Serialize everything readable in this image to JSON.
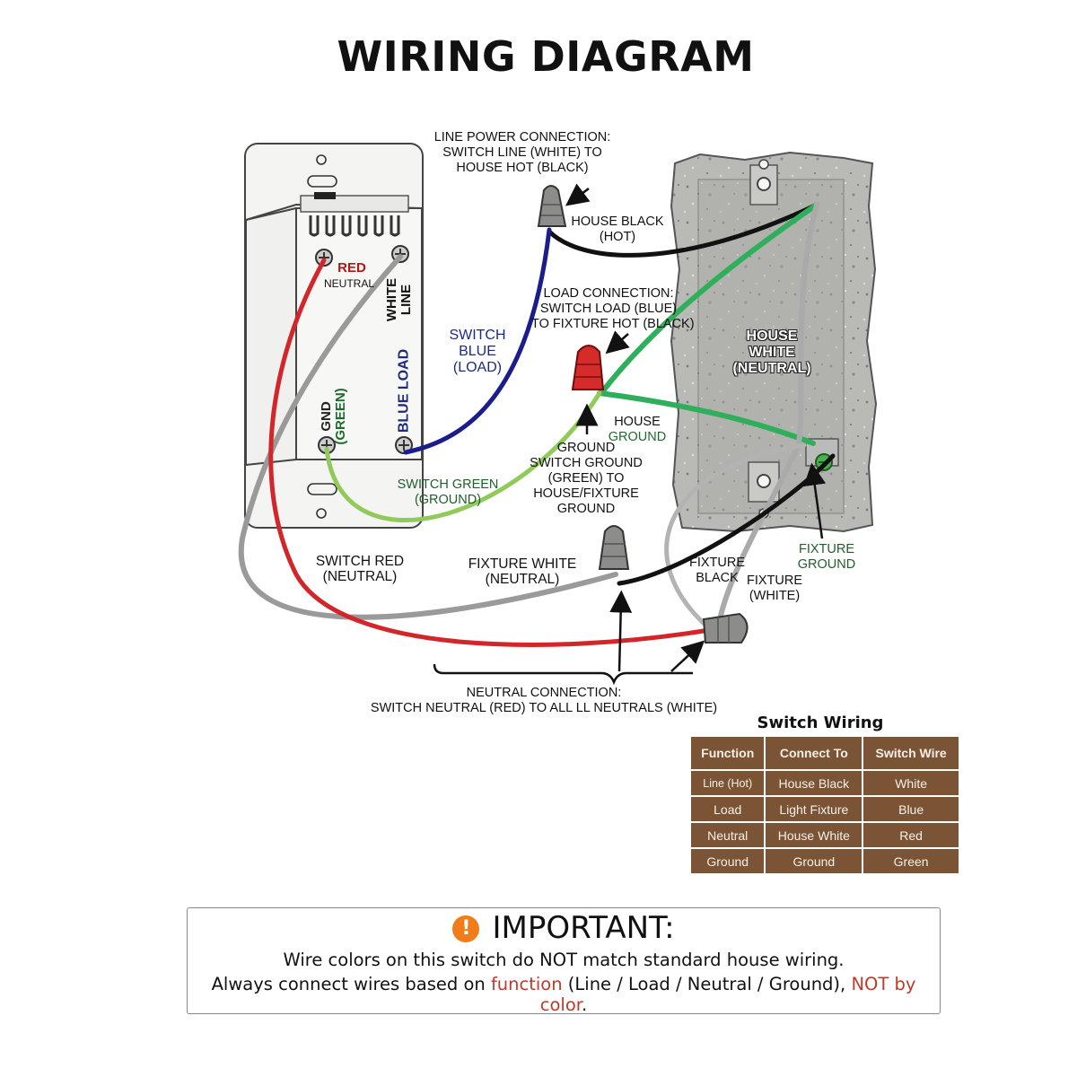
{
  "title": "WIRING DIAGRAM",
  "labels": {
    "line_power": [
      "LINE POWER CONNECTION:",
      "SWITCH LINE (WHITE) TO",
      "HOUSE HOT (BLACK)"
    ],
    "house_black": [
      "HOUSE BLACK",
      "(HOT)"
    ],
    "load_connection": [
      "LOAD CONNECTION:",
      "SWITCH LOAD (BLUE)",
      "TO FIXTURE HOT (BLACK)"
    ],
    "switch_blue": [
      "SWITCH",
      "BLUE",
      "(LOAD)"
    ],
    "house_white": [
      "HOUSE",
      "WHITE",
      "(NEUTRAL)"
    ],
    "house_ground": [
      "HOUSE",
      "GROUND"
    ],
    "ground_connection": [
      "GROUND",
      "SWITCH GROUND",
      "(GREEN) TO",
      "HOUSE/FIXTURE",
      "GROUND"
    ],
    "switch_green": [
      "SWITCH GREEN",
      "(GROUND)"
    ],
    "switch_red": [
      "SWITCH RED",
      "(NEUTRAL)"
    ],
    "fixture_white_left": [
      "FIXTURE WHITE",
      "(NEUTRAL)"
    ],
    "fixture_black": [
      "FIXTURE",
      "BLACK"
    ],
    "fixture_white_right": [
      "FIXTURE",
      "(WHITE)"
    ],
    "fixture_ground": [
      "FIXTURE",
      "GROUND"
    ],
    "neutral_connection": [
      "NEUTRAL CONNECTION:",
      "SWITCH NEUTRAL (RED) TO ALL LL NEUTRALS (WHITE)"
    ],
    "terminal_red": "RED",
    "terminal_neutral": "NEUTRAL",
    "terminal_white_line": [
      "WHITE",
      "LINE"
    ],
    "terminal_gnd": [
      "GND",
      "(GREEN)"
    ],
    "terminal_blue_load": "BLUE LOAD"
  },
  "table": {
    "title": "Switch Wiring",
    "headers": [
      "Function",
      "Connect To",
      "Switch Wire"
    ],
    "rows": [
      [
        "Line (Hot)",
        "House Black",
        "White"
      ],
      [
        "Load",
        "Light Fixture",
        "Blue"
      ],
      [
        "Neutral",
        "House White",
        "Red"
      ],
      [
        "Ground",
        "Ground",
        "Green"
      ]
    ]
  },
  "important": {
    "icon": "exclamation-icon",
    "heading": "IMPORTANT:",
    "line1": "Wire colors on this switch do NOT match standard house wiring.",
    "line2_pre": "Always connect wires based on ",
    "line2_hl1": "function",
    "line2_mid": " (Line / Load / Neutral / Ground), ",
    "line2_hl2": "NOT by color",
    "line2_post": "."
  },
  "colors": {
    "wire_black": "#111111",
    "wire_blue": "#1b1d8c",
    "wire_red": "#d3262b",
    "wire_gray": "#9a9a9a",
    "wire_green": "#2fae5c",
    "wire_lightgreen": "#8fca5a",
    "table_bg": "#7b5436",
    "highlight": "#c0392b",
    "icon_orange": "#f07c1a"
  }
}
